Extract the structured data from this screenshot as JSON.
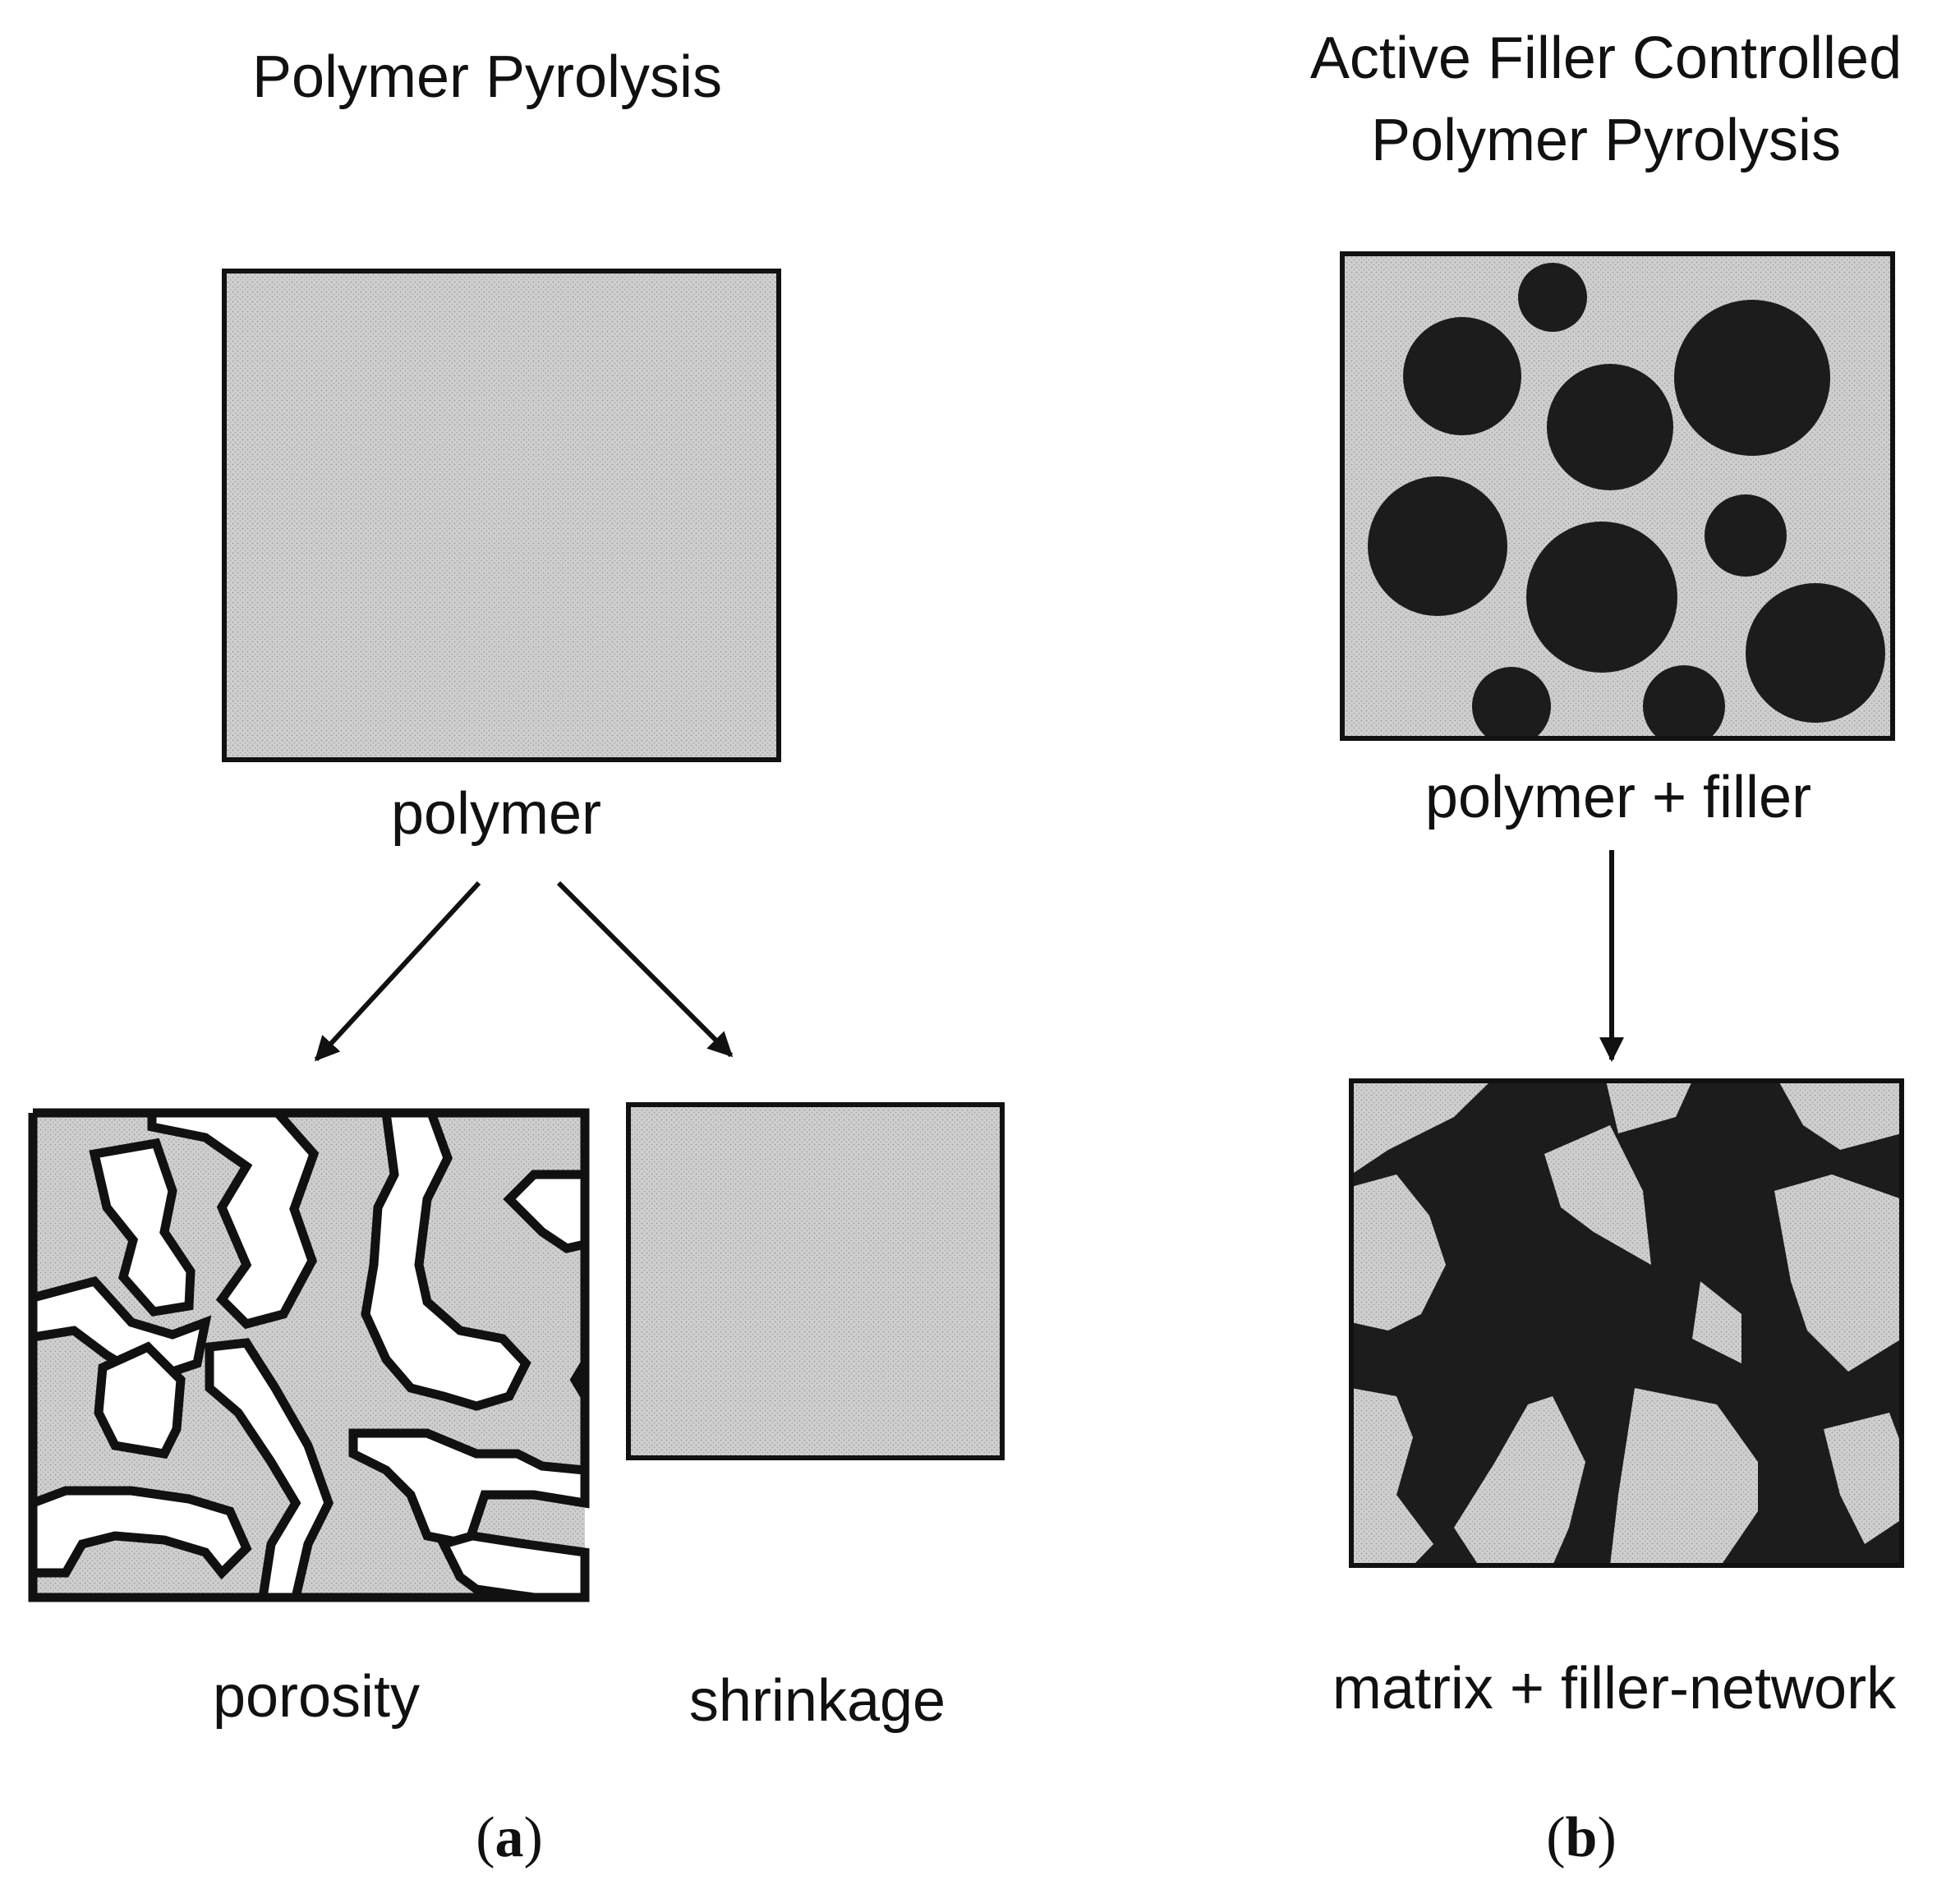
{
  "panel_a": {
    "title": "Polymer Pyrolysis",
    "top_label": "polymer",
    "left_label": "porosity",
    "right_label": "shrinkage",
    "caption_open": "(",
    "caption_letter": "a",
    "caption_close": ")"
  },
  "panel_b": {
    "title_line1": "Active Filler Controlled",
    "title_line2": "Polymer Pyrolysis",
    "top_label": "polymer + filler",
    "bottom_label": "matrix + filler-network",
    "caption_open": "(",
    "caption_letter": "b",
    "caption_close": ")"
  },
  "colors": {
    "matrix_gray": "#cfcfcf",
    "filler_dark": "#1c1c1c",
    "outline": "#111111"
  }
}
